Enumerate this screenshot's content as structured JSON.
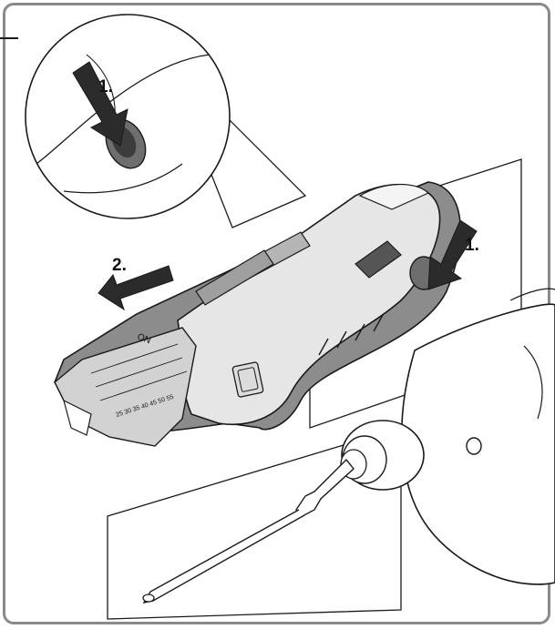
{
  "figure": {
    "step_labels": {
      "inset_press": "1.",
      "tool_press": "1.",
      "slide_off": "2."
    },
    "scale_text": "25 30 35 40 45 50 55",
    "lock_text": "ON",
    "colors": {
      "line": "#1a1a1a",
      "arrow": "#2b2b2b",
      "housing_light": "#e6e6e6",
      "housing_dark": "#8c8c8c",
      "frame": "#8a8a8a"
    }
  }
}
